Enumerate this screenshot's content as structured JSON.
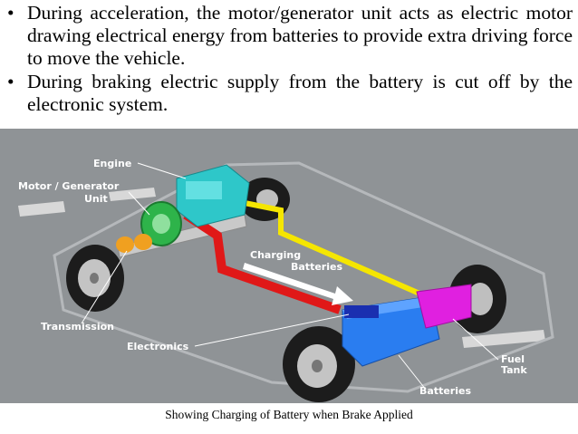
{
  "bullets": [
    "During acceleration, the motor/generator unit acts as electric motor drawing electrical energy from batteries to provide extra driving force to move the vehicle.",
    "During braking electric supply from the battery is cut off by the electronic system."
  ],
  "bullet_glyph": "•",
  "diagram": {
    "labels": {
      "engine": "Engine",
      "motor_generator_line1": "Motor / Generator",
      "motor_generator_line2": "Unit",
      "transmission": "Transmission",
      "electronics": "Electronics",
      "charging_line1": "Charging",
      "charging_line2": "Batteries",
      "fuel_line1": "Fuel",
      "fuel_line2": "Tank",
      "batteries": "Batteries"
    },
    "colors": {
      "background": "#8f9396",
      "engine": "#2ec7c9",
      "motor": "#2eb34a",
      "transmission": "#f0a020",
      "wire_red": "#e01818",
      "wire_yellow": "#f5e600",
      "battery": "#2a7df0",
      "electronics": "#1a2fb0",
      "fuel_tank": "#e020e0"
    }
  },
  "caption": "Showing Charging of Battery when Brake Applied"
}
